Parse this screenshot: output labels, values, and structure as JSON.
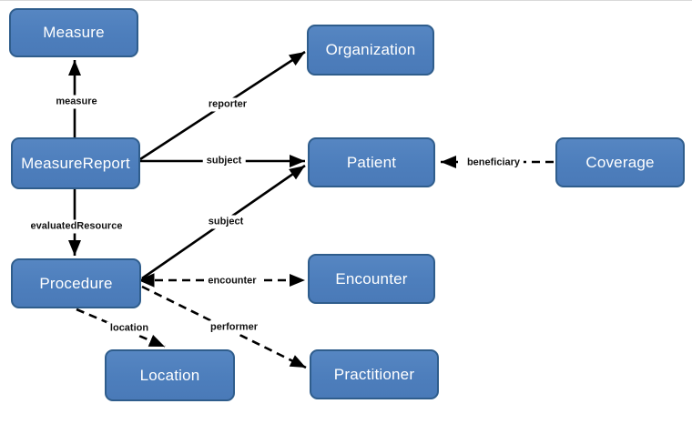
{
  "diagram": {
    "kind": "resource-relationship-diagram",
    "colors": {
      "node_fill": "#4d7ebc",
      "node_border": "#2f5d8c",
      "node_text": "#ffffff",
      "edge_line": "#000000",
      "background": "#ffffff"
    },
    "nodes": [
      {
        "id": "measure",
        "label": "Measure"
      },
      {
        "id": "organization",
        "label": "Organization"
      },
      {
        "id": "measurereport",
        "label": "MeasureReport"
      },
      {
        "id": "patient",
        "label": "Patient"
      },
      {
        "id": "coverage",
        "label": "Coverage"
      },
      {
        "id": "procedure",
        "label": "Procedure"
      },
      {
        "id": "encounter",
        "label": "Encounter"
      },
      {
        "id": "location",
        "label": "Location"
      },
      {
        "id": "practitioner",
        "label": "Practitioner"
      }
    ],
    "edges": [
      {
        "label": "measure",
        "from": "MeasureReport",
        "to": "Measure",
        "style": "solid"
      },
      {
        "label": "reporter",
        "from": "MeasureReport",
        "to": "Organization",
        "style": "solid"
      },
      {
        "label": "subject",
        "from": "MeasureReport",
        "to": "Patient",
        "style": "solid"
      },
      {
        "label": "evaluatedResource",
        "from": "MeasureReport",
        "to": "Procedure",
        "style": "solid"
      },
      {
        "label": "subject",
        "from": "Procedure",
        "to": "Patient",
        "style": "solid"
      },
      {
        "label": "encounter",
        "from": "Procedure",
        "to": "Encounter",
        "style": "dashed"
      },
      {
        "label": "location",
        "from": "Procedure",
        "to": "Location",
        "style": "dashed"
      },
      {
        "label": "performer",
        "from": "Procedure",
        "to": "Practitioner",
        "style": "dashed"
      },
      {
        "label": "beneficiary",
        "from": "Coverage",
        "to": "Patient",
        "style": "dashed"
      }
    ]
  }
}
